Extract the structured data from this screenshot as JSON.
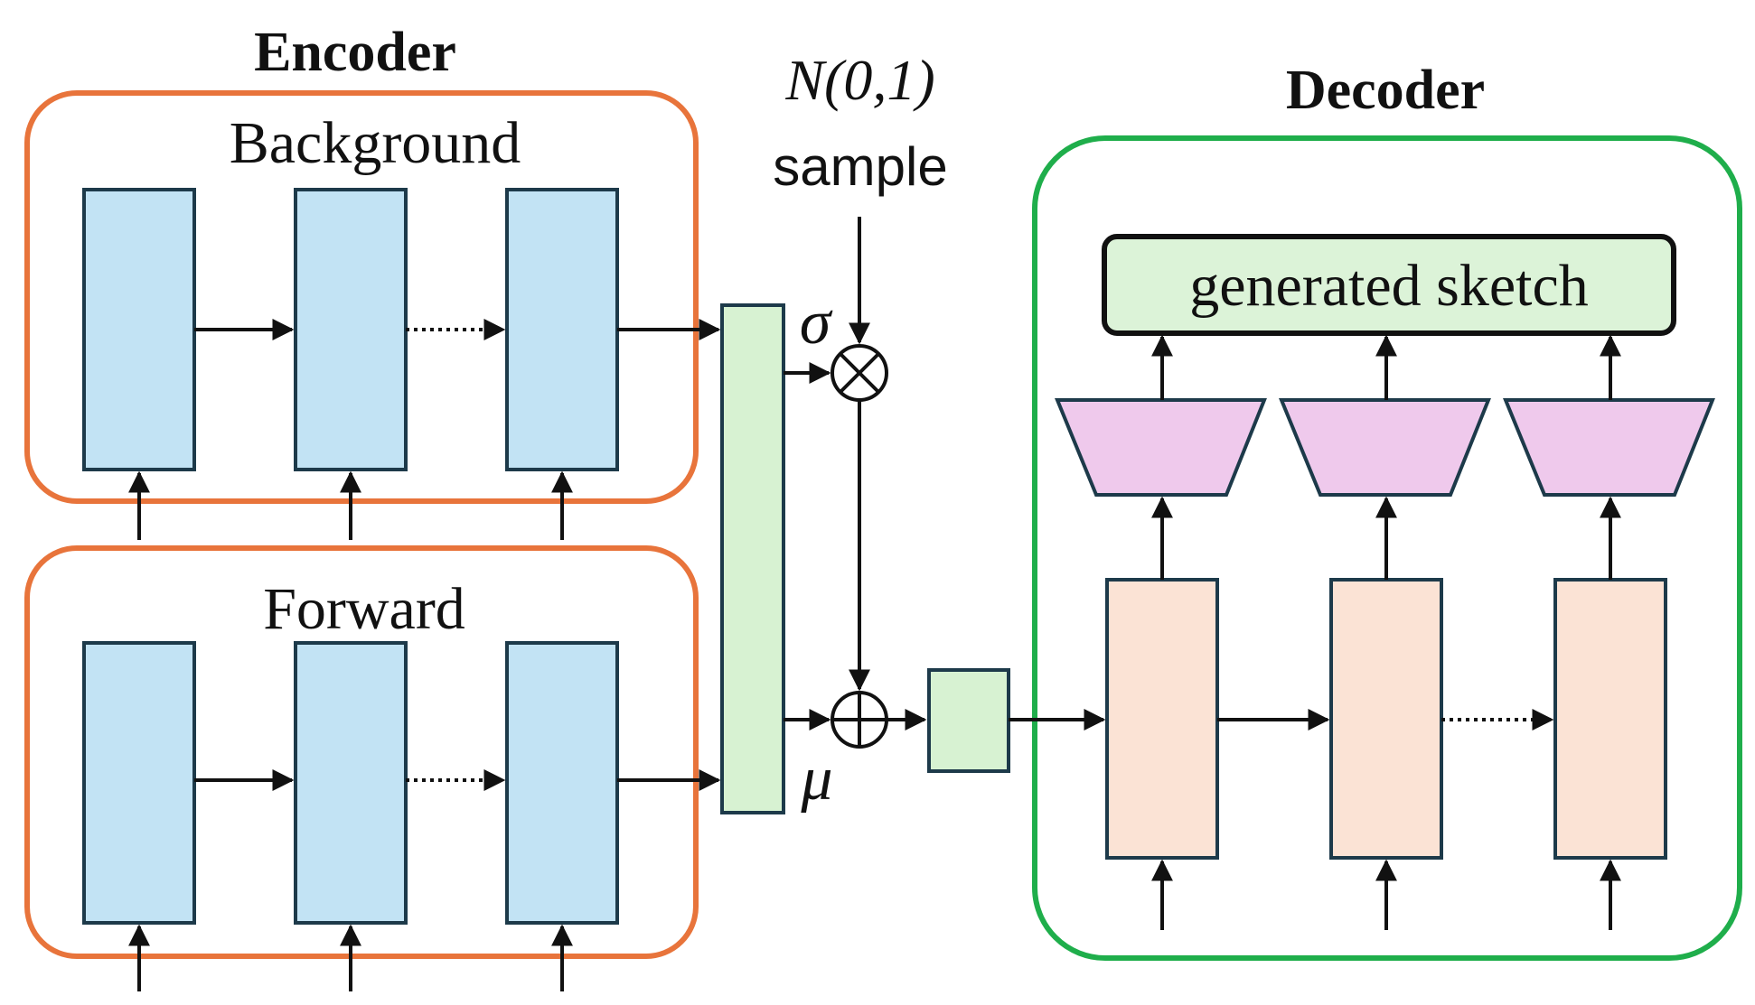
{
  "encoder": {
    "title": "Encoder",
    "background_label": "Background",
    "forward_label": "Forward"
  },
  "sampling": {
    "distribution": "N(0,1)",
    "sample_label": "sample",
    "sigma_label": "σ",
    "mu_label": "μ"
  },
  "decoder": {
    "title": "Decoder",
    "output_label": "generated sketch"
  },
  "colors": {
    "encoder_border": "#e8743b",
    "decoder_border": "#1fae4b",
    "encoder_cell_fill": "#c2e3f4",
    "latent_fill": "#d7f2d2",
    "decoder_cell_fill": "#fbe3d5",
    "projection_fill": "#efc9ec",
    "output_fill": "#dcf3d8",
    "cell_stroke": "#1d3a4a"
  }
}
